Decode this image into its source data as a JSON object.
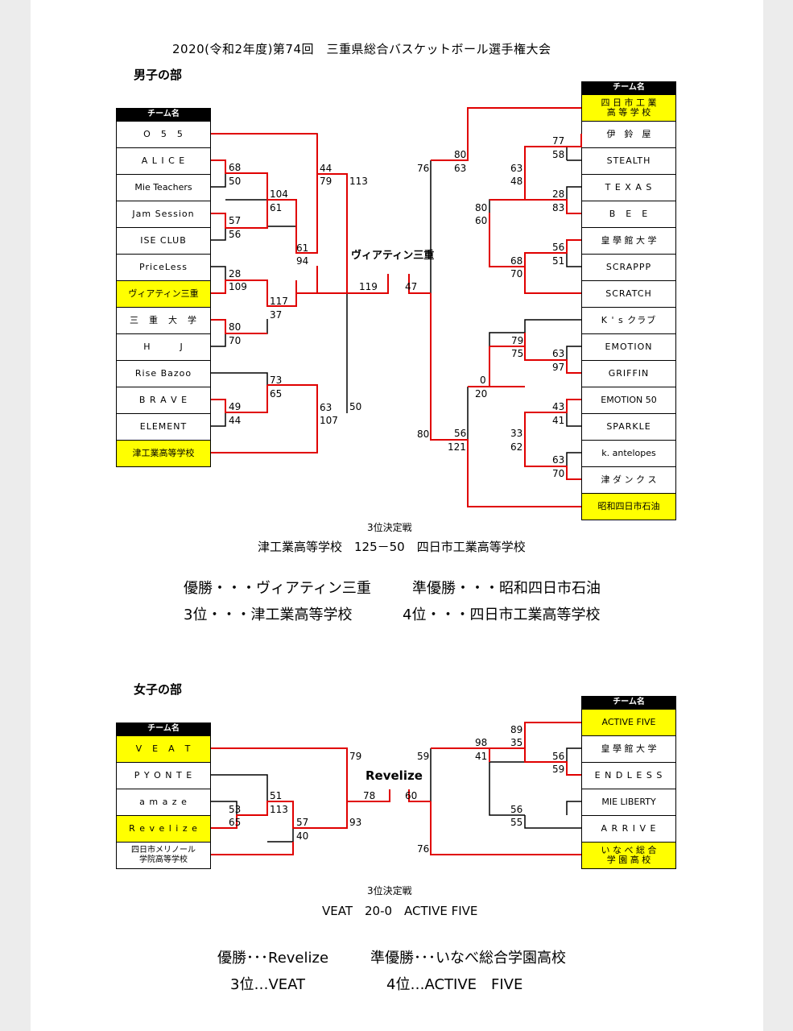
{
  "title": "2020(令和2年度)第74回　三重県総合バスケットボール選手権大会",
  "men": {
    "section": "男子の部",
    "header": "チーム名",
    "left_teams": [
      {
        "name": "O　5　5",
        "yellow": false
      },
      {
        "name": "A L I C E",
        "yellow": false
      },
      {
        "name": "Mie Teachers",
        "yellow": false
      },
      {
        "name": "Jam Session",
        "yellow": false
      },
      {
        "name": "ISE CLUB",
        "yellow": false
      },
      {
        "name": "PriceLess",
        "yellow": false
      },
      {
        "name": "ヴィアティン三重",
        "yellow": true
      },
      {
        "name": "三　重　大　学",
        "yellow": false
      },
      {
        "name": "H　　　J",
        "yellow": false
      },
      {
        "name": "Rise Bazoo",
        "yellow": false
      },
      {
        "name": "B R A V E",
        "yellow": false
      },
      {
        "name": "ELEMENT",
        "yellow": false
      },
      {
        "name": "津工業高等学校",
        "yellow": true
      }
    ],
    "right_teams": [
      {
        "name": "四 日 市 工 業\n高 等 学 校",
        "yellow": true
      },
      {
        "name": "伊　鈴　屋",
        "yellow": false
      },
      {
        "name": "STEALTH",
        "yellow": false
      },
      {
        "name": "T E X A S",
        "yellow": false
      },
      {
        "name": "B　E　E",
        "yellow": false
      },
      {
        "name": "皇 學 館 大 学",
        "yellow": false
      },
      {
        "name": "SCRAPPP",
        "yellow": false
      },
      {
        "name": "SCRATCH",
        "yellow": false
      },
      {
        "name": "K ' s クラブ",
        "yellow": false
      },
      {
        "name": "EMOTION",
        "yellow": false
      },
      {
        "name": "GRIFFIN",
        "yellow": false
      },
      {
        "name": "EMOTION 50",
        "yellow": false
      },
      {
        "name": "SPARKLE",
        "yellow": false
      },
      {
        "name": "k. antelopes",
        "yellow": false
      },
      {
        "name": "津 ダ ン ク ス",
        "yellow": false
      },
      {
        "name": "昭和四日市石油",
        "yellow": true
      }
    ],
    "scores": [
      "68",
      "50",
      "57",
      "56",
      "28",
      "109",
      "80",
      "70",
      "49",
      "44",
      "104",
      "61",
      "117",
      "37",
      "73",
      "65",
      "61",
      "94",
      "63",
      "107",
      "44",
      "79",
      "113",
      "50",
      "119",
      "47",
      "77",
      "58",
      "28",
      "83",
      "56",
      "51",
      "79",
      "75",
      "63",
      "97",
      "43",
      "41",
      "63",
      "70",
      "63",
      "48",
      "68",
      "70",
      "33",
      "62",
      "80",
      "60",
      "0",
      "20",
      "80",
      "63",
      "56",
      "121",
      "76",
      "80"
    ],
    "champion": "ヴィアティン三重",
    "third_title": "3位決定戦",
    "third_result": "津工業高等学校　125－50　四日市工業高等学校",
    "results": [
      "優勝・・・ヴィアティン三重",
      "準優勝・・・昭和四日市石油",
      "3位・・・津工業高等学校",
      "4位・・・四日市工業高等学校"
    ]
  },
  "women": {
    "section": "女子の部",
    "header": "チーム名",
    "left_teams": [
      {
        "name": "V　E　A　T",
        "yellow": true
      },
      {
        "name": "P Y O N T E",
        "yellow": false
      },
      {
        "name": "a m a z e",
        "yellow": false
      },
      {
        "name": "R e v e l i z e",
        "yellow": true
      },
      {
        "name": "四日市メリノール\n学院高等学校",
        "yellow": false
      }
    ],
    "right_teams": [
      {
        "name": "ACTIVE FIVE",
        "yellow": true
      },
      {
        "name": "皇 學 館 大 学",
        "yellow": false
      },
      {
        "name": "E N D L E S S",
        "yellow": false
      },
      {
        "name": "MIE LIBERTY",
        "yellow": false
      },
      {
        "name": "A R R I V E",
        "yellow": false
      },
      {
        "name": "い な べ 総 合\n学 園 高 校",
        "yellow": true
      }
    ],
    "scores": [
      "53",
      "65",
      "51",
      "113",
      "57",
      "40",
      "79",
      "93",
      "78",
      "60",
      "89",
      "35",
      "56",
      "59",
      "98",
      "41",
      "56",
      "55",
      "59",
      "76"
    ],
    "champion": "Revelize",
    "third_title": "3位決定戦",
    "third_result": "VEAT　20-0　ACTIVE FIVE",
    "results": [
      "優勝･･･Revelize",
      "準優勝･･･いなべ総合学園高校",
      "3位…VEAT",
      "4位…ACTIVE　FIVE"
    ]
  },
  "colors": {
    "winner_line": "#e00000",
    "loser_line": "#000000",
    "highlight": "#ffff00"
  }
}
